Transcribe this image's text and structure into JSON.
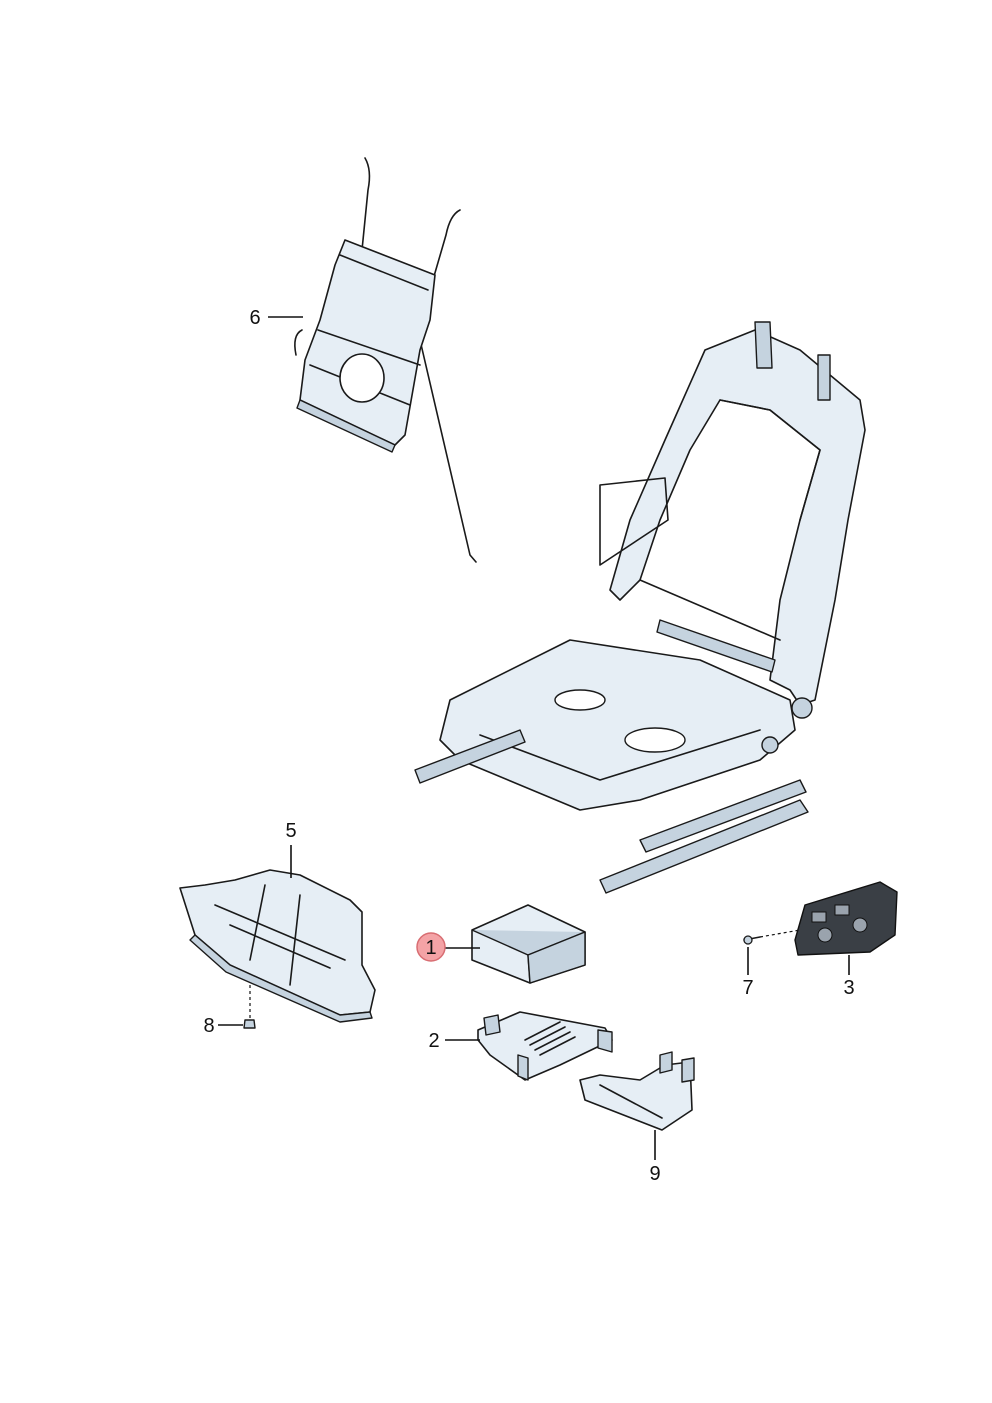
{
  "colors": {
    "line": "#1a1a1a",
    "part_fill": "#e6eef5",
    "part_shade": "#c5d3df",
    "highlight": "#f4a3a6"
  },
  "callouts": {
    "c1": "1",
    "c2": "2",
    "c3": "3",
    "c5": "5",
    "c6": "6",
    "c7": "7",
    "c8": "8",
    "c9": "9"
  },
  "highlighted_callout": "1"
}
